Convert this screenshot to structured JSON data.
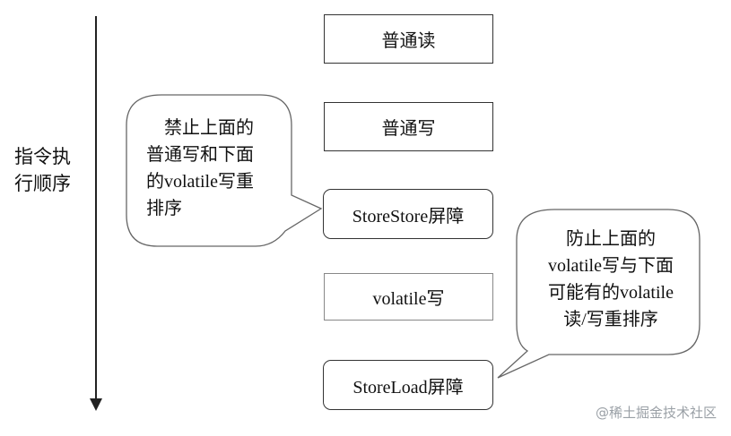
{
  "axis": {
    "label_lines": [
      "指令执",
      "行顺序"
    ]
  },
  "boxes": [
    {
      "label": "普通读"
    },
    {
      "label": "普通写"
    },
    {
      "label": "StoreStore屏障"
    },
    {
      "label": "volatile写"
    },
    {
      "label": "StoreLoad屏障"
    }
  ],
  "callouts": [
    {
      "lines": [
        "禁止上面的",
        "普通写和下面",
        "的volatile写重",
        "排序"
      ]
    },
    {
      "lines": [
        "防止上面的",
        "volatile写与下面",
        "可能有的volatile",
        "读/写重排序"
      ]
    }
  ],
  "watermark": "@稀土掘金技术社区"
}
